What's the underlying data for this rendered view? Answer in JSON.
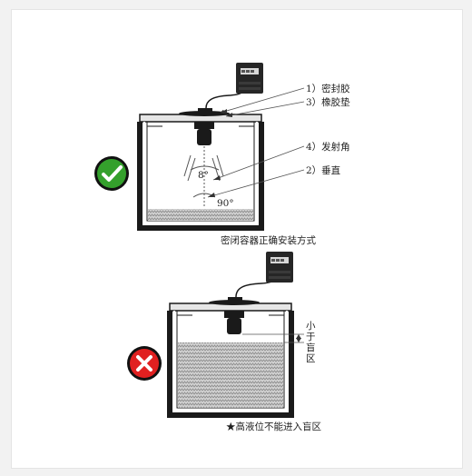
{
  "top_diagram": {
    "labels": {
      "sealant": "1）密封胶",
      "rubber_pad": "3）橡胶垫",
      "beam_angle": "4）发射角",
      "vertical": "2）垂直"
    },
    "beam_angle_value": "8°",
    "right_angle_value": "90°",
    "caption": "密闭容器正确安装方式",
    "status_color": "#34a02c"
  },
  "bottom_diagram": {
    "blind_zone_label": [
      "小",
      "于",
      "盲",
      "区"
    ],
    "caption": "★高液位不能进入盲区",
    "status_color": "#e02020"
  },
  "colors": {
    "tank_wall": "#1a1a1a",
    "liquid_dark": "#8d8d8d",
    "liquid_light": "#d2d2d2"
  }
}
